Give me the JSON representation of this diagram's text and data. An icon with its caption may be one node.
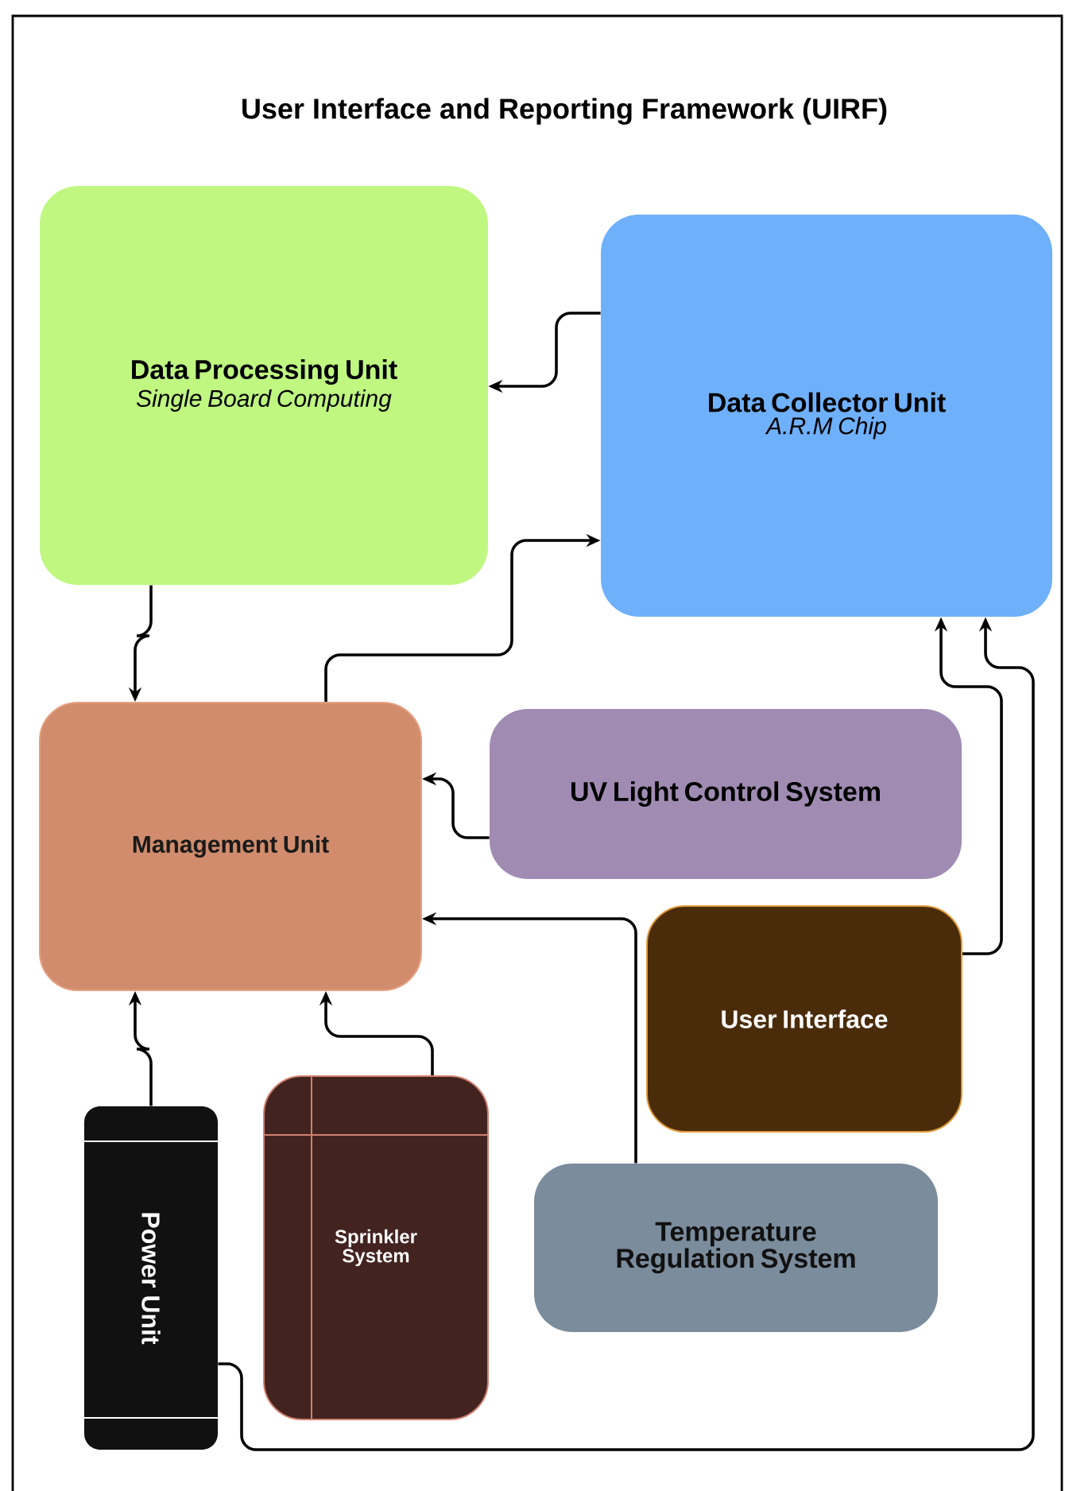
{
  "diagram": {
    "title": "User Interface and Reporting Framework (UIRF)",
    "nodes": [
      {
        "text": [
          "Data Processing Unit",
          "Single Board Computing"
        ]
      },
      {
        "text": [
          "Data Collector Unit",
          "A.R.M Chip"
        ]
      },
      {
        "text": [
          "Management Unit"
        ]
      },
      {
        "text": [
          "UV Light Control System"
        ]
      },
      {
        "text": [
          "User Interface"
        ]
      },
      {
        "text": [
          "Power Unit"
        ]
      },
      {
        "text": [
          "Sprinkler System"
        ]
      },
      {
        "text": [
          "Temperature Regulation System"
        ]
      }
    ],
    "edges": [
      {
        "from": 1,
        "to": 0,
        "arrow": "to"
      },
      {
        "from": 0,
        "to": 2,
        "arrow": "to"
      },
      {
        "from": 2,
        "to": 1,
        "arrow": "to"
      },
      {
        "from": 3,
        "to": 2,
        "arrow": "to"
      },
      {
        "from": 7,
        "to": 2,
        "arrow": "to"
      },
      {
        "from": 4,
        "to": 1,
        "arrow": "to"
      },
      {
        "from": 5,
        "to": 1,
        "arrow": "to"
      },
      {
        "from": 5,
        "to": 2,
        "arrow": "to"
      },
      {
        "from": 6,
        "to": 2,
        "arrow": "to"
      }
    ]
  }
}
